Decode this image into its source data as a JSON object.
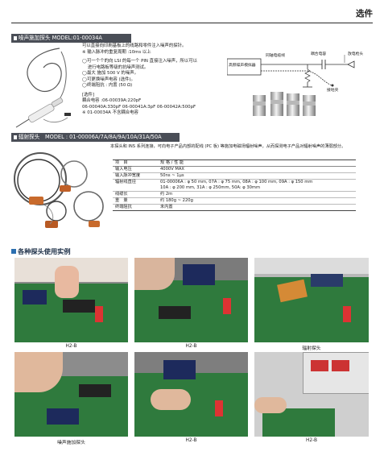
{
  "page": {
    "title": "选件"
  },
  "section1": {
    "bar_title": "噪声施加探头 MODEL:01-00034A",
    "desc_lines": [
      "可以直接向印刷基板上的线路和零件注入噪声的探针。",
      "※ 输入脉冲的重复周期 :10ms 以上"
    ],
    "features": [
      "◯可一个个的向 LSI 的每一个 PIN 直接注入噪声，所以可以",
      "    进行电路板等级的抗噪声测试。",
      "◯最大 施加 500 V 的噪声。",
      "◯可更换噪声电容 (选件)。",
      "◯终端阻抗 : 内置 (50 Ω)"
    ],
    "options_title": "[选件]",
    "options_lines": [
      "耦合电容 :06-00039A:220pF",
      "06-00040A:330pF 06-00041A:3pF 06-00042A:500pF",
      "※ 01-00034A 不含耦合电容"
    ],
    "diagram": {
      "generator_label": "高频噪声模拟器",
      "coax_label": "同轴电缆线",
      "cap_label": "耦合电容",
      "tip_label": "放电枪头",
      "ground_label": "接地夹"
    }
  },
  "section2": {
    "bar_title": "辐射探头　MODEL : 01-00006A/7A/8A/9A/10A/31A/50A",
    "desc": "本探头和 INS 系列连接，可向电子产品内部的配线 (PC 板) 等施加电磁场辐射噪声，从而探测电子产品对辐射噪声的薄弱部分。",
    "spec_header": [
      "项　目",
      "规 格 / 性 能"
    ],
    "spec_rows": [
      [
        "输入电压",
        "4000V MAX"
      ],
      [
        "输入脉冲宽度",
        "50ns ~ 1μs"
      ],
      [
        "辐射线直径",
        "01-00006A : φ 50 mm,  07A : φ 75 mm,  08A : φ 100 mm,  09A : φ 150 mm"
      ],
      [
        "",
        "10A : φ 200 mm,  31A : φ 250mm,  50A: φ 30mm"
      ],
      [
        "线缆长",
        "约 2m"
      ],
      [
        "重　量",
        "约 180g ~ 220g"
      ],
      [
        "终端阻抗",
        "未内置"
      ]
    ]
  },
  "section3": {
    "heading": "各种探头使用实例",
    "captions": [
      "H2-B",
      "H2-B",
      "辐射探头",
      "噪声施加探头",
      "H2-B",
      "H2-B"
    ]
  }
}
